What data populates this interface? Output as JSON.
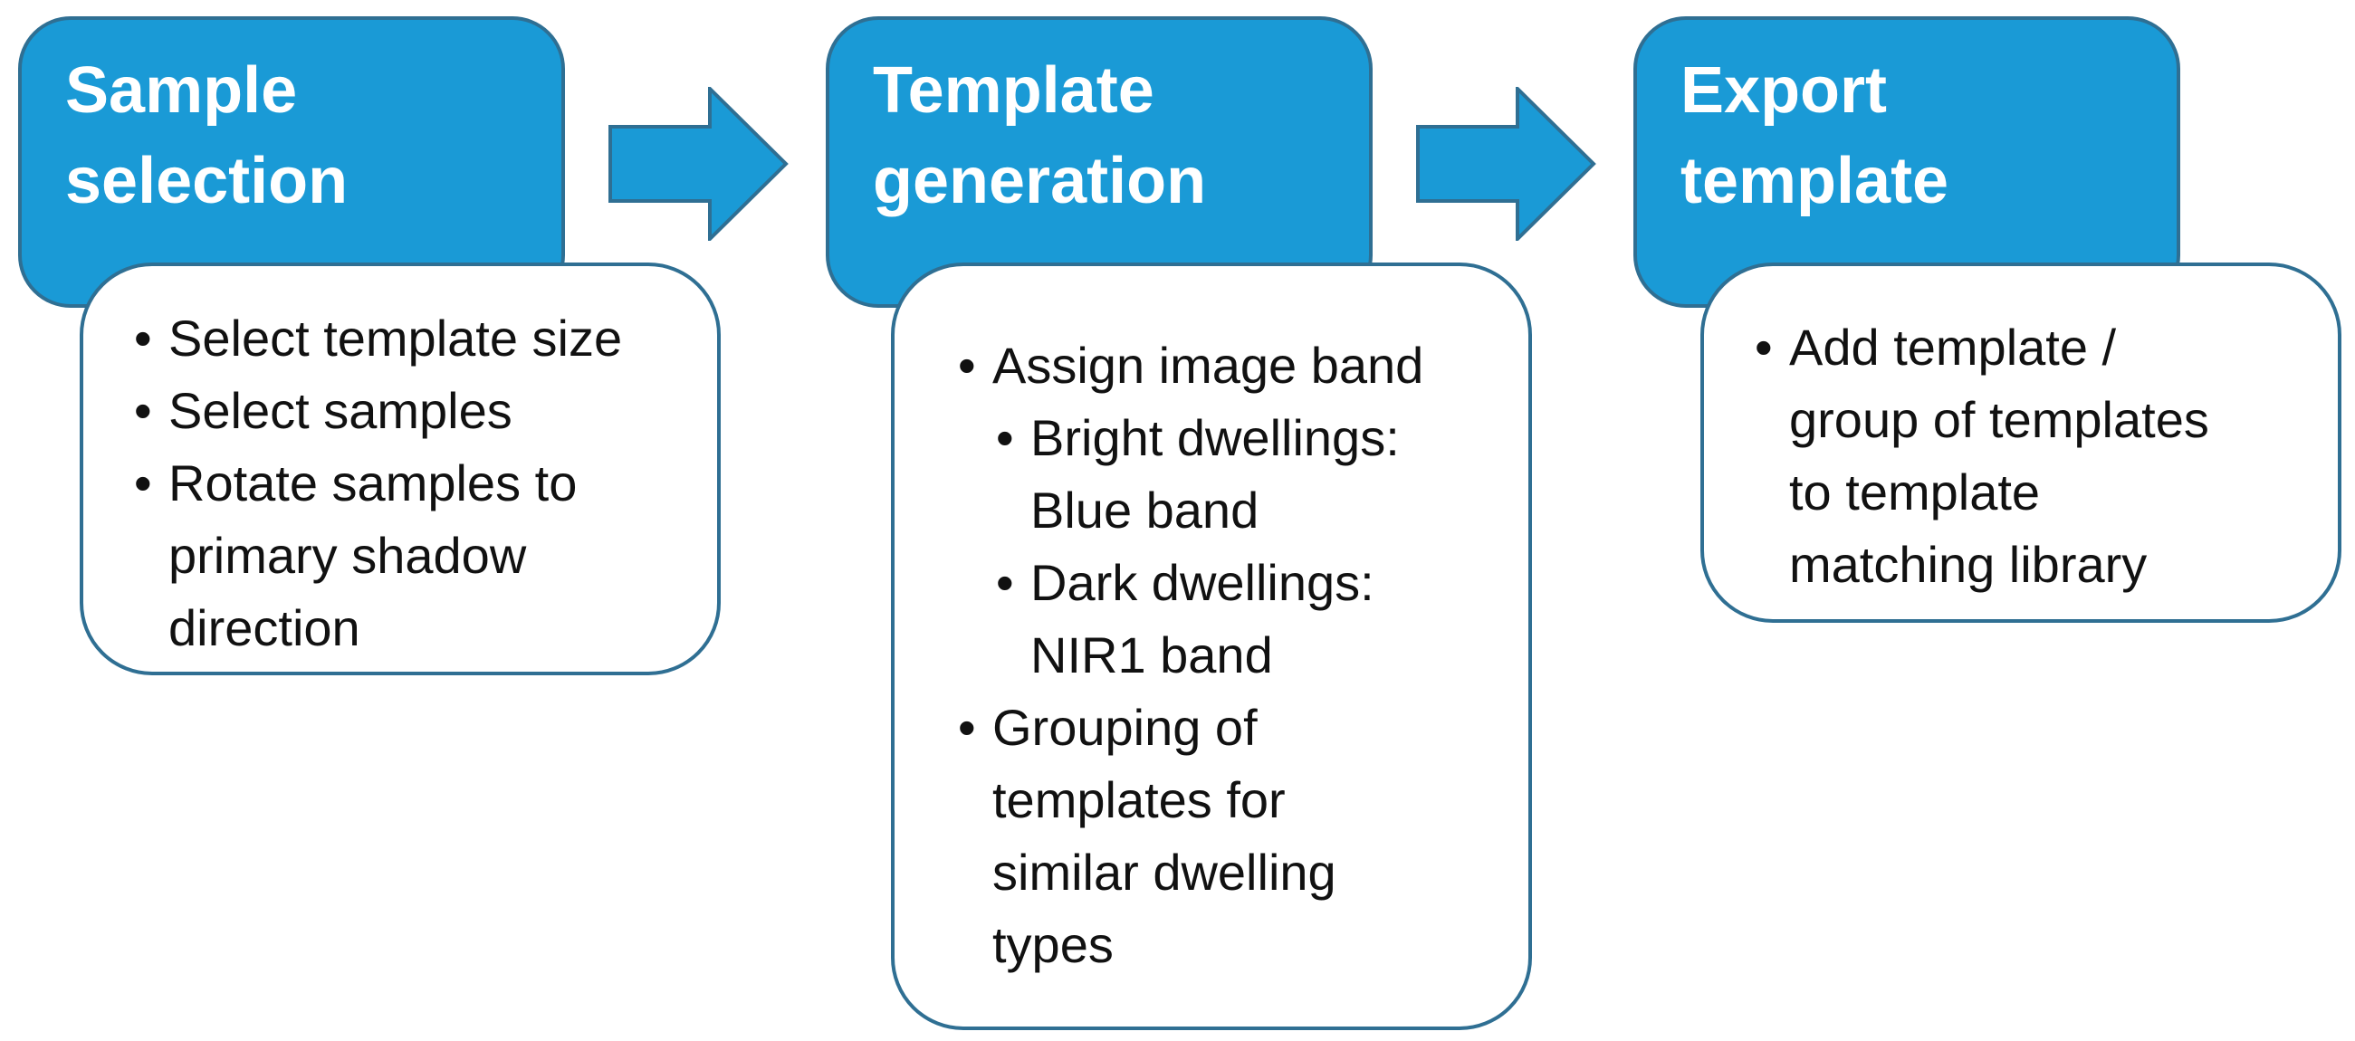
{
  "accent_color": "#1a9ad6",
  "steps": [
    {
      "title_lines": [
        "Sample",
        "selection"
      ],
      "bullets": [
        {
          "level": 1,
          "lines": [
            "Select template size"
          ]
        },
        {
          "level": 1,
          "lines": [
            "Select samples"
          ]
        },
        {
          "level": 1,
          "lines": [
            "Rotate samples to",
            "primary shadow",
            "direction"
          ]
        }
      ]
    },
    {
      "title_lines": [
        "Template",
        "generation"
      ],
      "bullets": [
        {
          "level": 1,
          "lines": [
            "Assign image band"
          ]
        },
        {
          "level": 2,
          "lines": [
            "Bright dwellings:",
            "Blue band"
          ]
        },
        {
          "level": 2,
          "lines": [
            "Dark dwellings:",
            "NIR1 band"
          ]
        },
        {
          "level": 1,
          "lines": [
            "Grouping of",
            "templates for",
            "similar dwelling",
            "types"
          ]
        }
      ]
    },
    {
      "title_lines": [
        "Export",
        "template"
      ],
      "bullets": [
        {
          "level": 1,
          "lines": [
            "Add template /",
            "group of templates",
            "to template",
            "matching library"
          ]
        }
      ]
    }
  ],
  "arrows": [
    {
      "icon": "right-arrow-icon"
    },
    {
      "icon": "right-arrow-icon"
    }
  ]
}
